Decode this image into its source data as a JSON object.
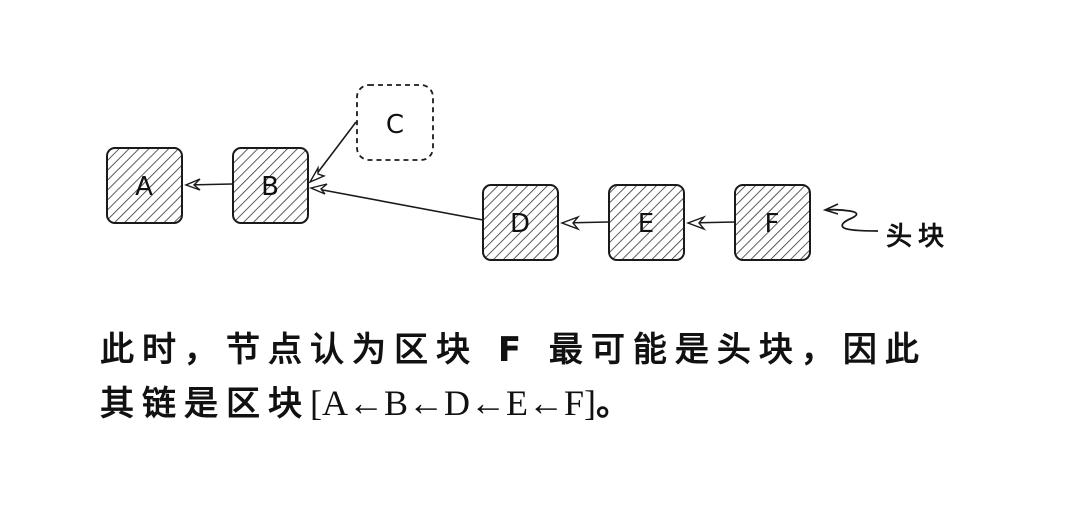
{
  "diagram": {
    "nodes": [
      {
        "id": "A",
        "label": "A",
        "style": "hatched"
      },
      {
        "id": "B",
        "label": "B",
        "style": "hatched"
      },
      {
        "id": "C",
        "label": "C",
        "style": "dashed"
      },
      {
        "id": "D",
        "label": "D",
        "style": "hatched"
      },
      {
        "id": "E",
        "label": "E",
        "style": "hatched"
      },
      {
        "id": "F",
        "label": "F",
        "style": "hatched"
      }
    ],
    "edges": [
      {
        "from": "B",
        "to": "A"
      },
      {
        "from": "C",
        "to": "B"
      },
      {
        "from": "D",
        "to": "B"
      },
      {
        "from": "E",
        "to": "D"
      },
      {
        "from": "F",
        "to": "E"
      }
    ],
    "head_pointer": {
      "target": "F",
      "label": "头块"
    },
    "colors": {
      "stroke": "#1a1a1a",
      "hatch": "#333333",
      "background": "#ffffff"
    }
  },
  "caption": {
    "line1": "此时，节点认为区块 F 最可能是头块，因此",
    "line2_prefix": "其链是区块",
    "line2_chain": "[A←B←D←E←F]",
    "line2_suffix": "。"
  }
}
